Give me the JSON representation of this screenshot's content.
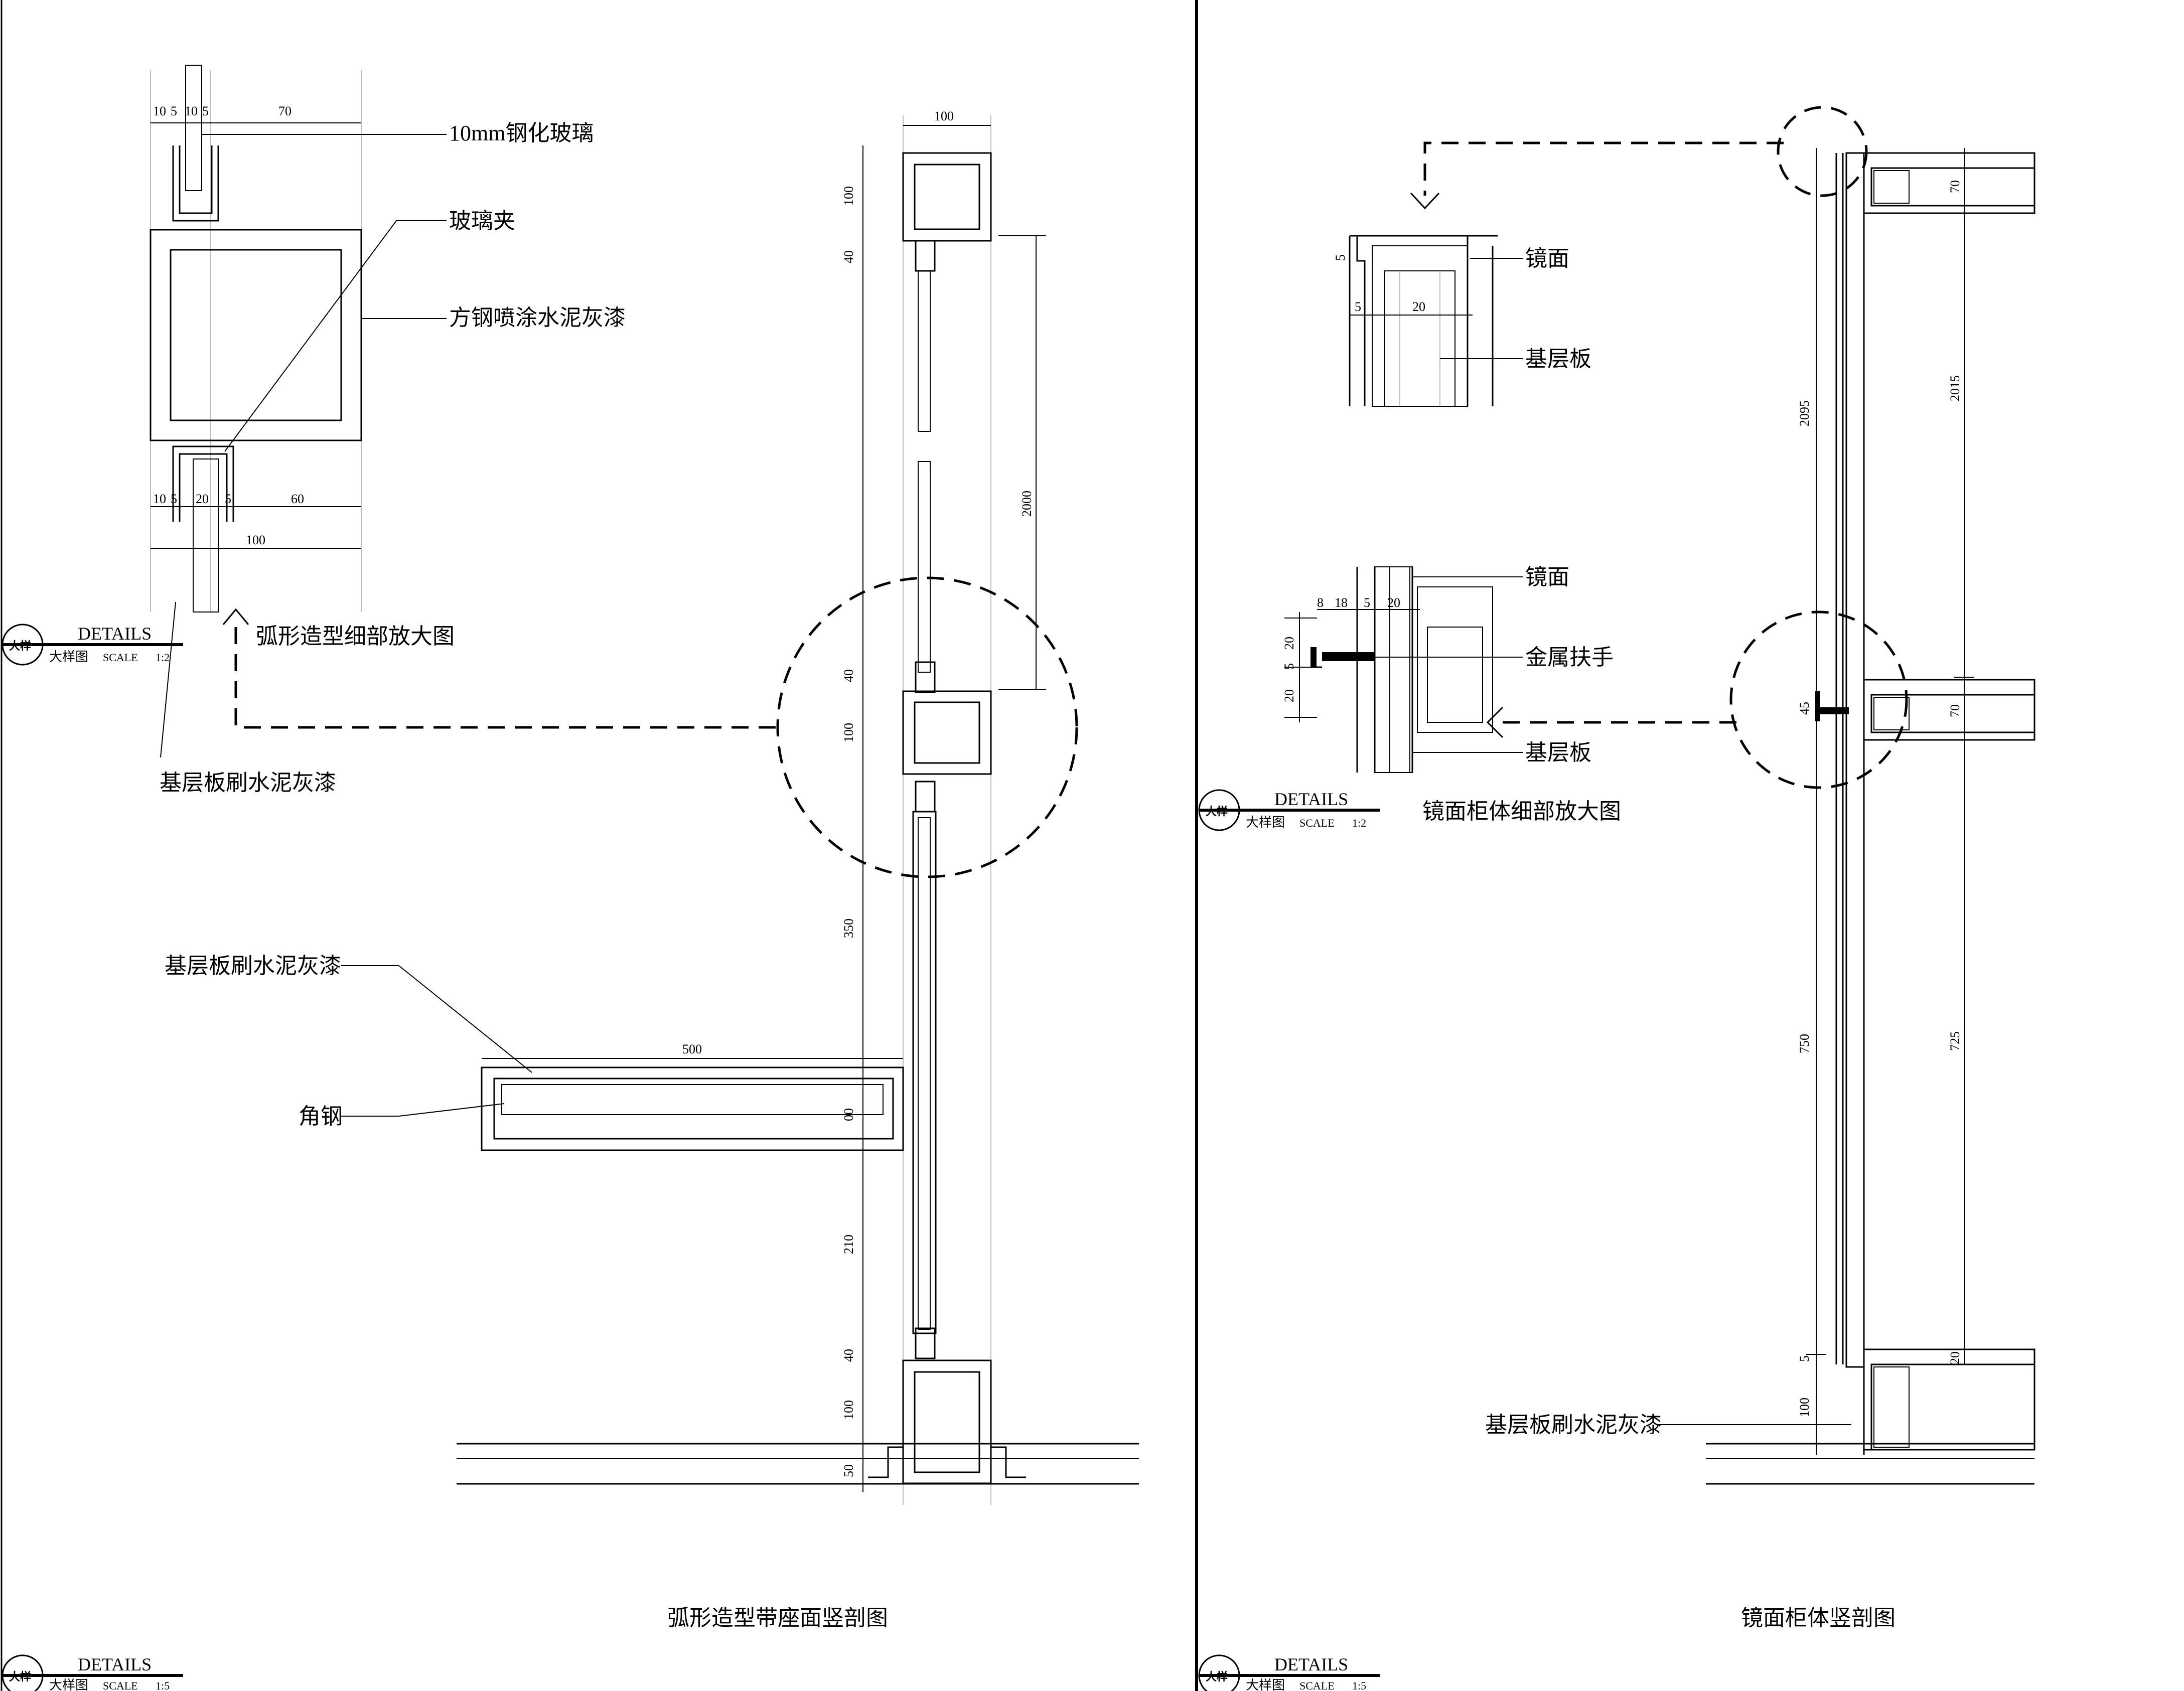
{
  "left_panel": {
    "detail_labels": {
      "glass": "10mm钢化玻璃",
      "glass_clip": "玻璃夹",
      "steel_tube": "方钢喷涂水泥灰漆",
      "base_board": "基层板刷水泥灰漆"
    },
    "detail_title": "弧形造型细部放大图",
    "section_labels": {
      "base_board": "基层板刷水泥灰漆",
      "angle_steel": "角钢"
    },
    "section_title": "弧形造型带座面竖剖图",
    "dims": {
      "d10a": "10",
      "d5a": "5",
      "d10b": "10",
      "d5b": "5",
      "d70": "70",
      "d10c": "10",
      "d5c": "5",
      "d20": "20",
      "d5d": "5",
      "d60": "60",
      "d100": "100",
      "top100": "100",
      "v100a": "100",
      "v40a": "40",
      "v2000": "2000",
      "v40b": "40",
      "v100b": "100",
      "v350": "350",
      "v500": "500",
      "v00": "00",
      "v210": "210",
      "v40c": "40",
      "v100c": "100",
      "v50": "50"
    }
  },
  "right_panel": {
    "detail_labels": {
      "mirror1": "镜面",
      "base1": "基层板",
      "mirror2": "镜面",
      "handrail": "金属扶手",
      "base2": "基层板"
    },
    "detail_title": "镜面柜体细部放大图",
    "section_label": "基层板刷水泥灰漆",
    "section_title": "镜面柜体竖剖图",
    "dims": {
      "d5a": "5",
      "d5b": "5",
      "d20a": "20",
      "d8": "8",
      "d18": "18",
      "d5c": "5",
      "d20b": "20",
      "v20a": "20",
      "v5": "5",
      "v20b": "20",
      "v70a": "70",
      "v2095": "2095",
      "v2015": "2015",
      "v45": "45",
      "v70b": "70",
      "v750": "750",
      "v725": "725",
      "v100": "100",
      "v5b": "5",
      "v20c": "20"
    }
  },
  "title_blocks": [
    {
      "details": "DETAILS",
      "chinese": "大样图",
      "scale_label": "SCALE",
      "scale": "1:2"
    },
    {
      "details": "DETAILS",
      "chinese": "大样图",
      "scale_label": "SCALE",
      "scale": "1:5"
    },
    {
      "details": "DETAILS",
      "chinese": "大样图",
      "scale_label": "SCALE",
      "scale": "1:2"
    },
    {
      "details": "DETAILS",
      "chinese": "大样图",
      "scale_label": "SCALE",
      "scale": "1:5"
    }
  ],
  "colors": {
    "ink": "#000000",
    "paper": "#ffffff",
    "guide": "#bdbdbd"
  }
}
